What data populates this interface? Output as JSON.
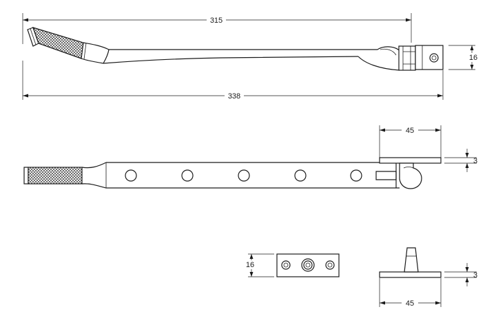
{
  "drawing": {
    "colors": {
      "line": "#1a1a1a",
      "background": "#ffffff"
    },
    "dimensions": {
      "top_view_length": "315",
      "top_view_overall": "338",
      "top_view_height": "16",
      "side_view_plate_width": "45",
      "side_view_plate_thickness": "3",
      "pin_plate_height": "16",
      "pin_plate_thickness": "3",
      "pin_plate_width": "45"
    }
  }
}
